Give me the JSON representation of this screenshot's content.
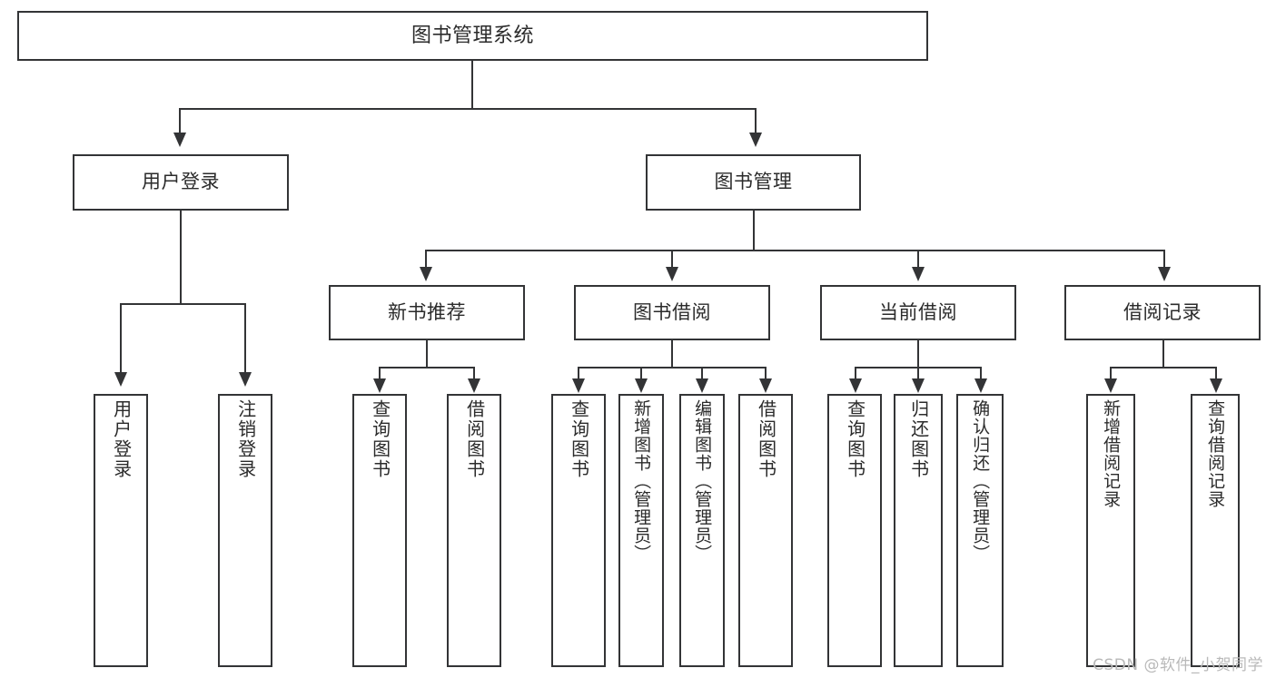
{
  "diagram": {
    "type": "tree",
    "title": "图书管理系统",
    "watermark": "CSDN @软件_小贺同学",
    "root": {
      "id": "root",
      "label": "图书管理系统"
    },
    "level2": [
      {
        "id": "user-login",
        "label": "用户登录"
      },
      {
        "id": "book-manage",
        "label": "图书管理"
      }
    ],
    "level3": [
      {
        "id": "new-book-rec",
        "label": "新书推荐",
        "parent": "book-manage"
      },
      {
        "id": "book-borrow",
        "label": "图书借阅",
        "parent": "book-manage"
      },
      {
        "id": "current-borrow",
        "label": "当前借阅",
        "parent": "book-manage"
      },
      {
        "id": "borrow-record",
        "label": "借阅记录",
        "parent": "book-manage"
      }
    ],
    "leaves": [
      {
        "id": "leaf-user-login",
        "label": "用户登录",
        "parent": "user-login"
      },
      {
        "id": "leaf-logout",
        "label": "注销登录",
        "parent": "user-login"
      },
      {
        "id": "leaf-query-book-1",
        "label": "查询图书",
        "parent": "new-book-rec"
      },
      {
        "id": "leaf-borrow-book-1",
        "label": "借阅图书",
        "parent": "new-book-rec"
      },
      {
        "id": "leaf-query-book-2",
        "label": "查询图书",
        "parent": "book-borrow"
      },
      {
        "id": "leaf-add-book",
        "label": "新增图书（管理员）",
        "parent": "book-borrow"
      },
      {
        "id": "leaf-edit-book",
        "label": "编辑图书（管理员）",
        "parent": "book-borrow"
      },
      {
        "id": "leaf-borrow-book-2",
        "label": "借阅图书",
        "parent": "book-borrow"
      },
      {
        "id": "leaf-query-book-3",
        "label": "查询图书",
        "parent": "current-borrow"
      },
      {
        "id": "leaf-return-book",
        "label": "归还图书",
        "parent": "current-borrow"
      },
      {
        "id": "leaf-confirm-return",
        "label": "确认归还（管理员）",
        "parent": "current-borrow"
      },
      {
        "id": "leaf-add-record",
        "label": "新增借阅记录",
        "parent": "borrow-record"
      },
      {
        "id": "leaf-query-record",
        "label": "查询借阅记录",
        "parent": "borrow-record"
      }
    ],
    "colors": {
      "stroke": "#333436",
      "fill": "#ffffff",
      "text": "#2b2b2b",
      "watermark": "#b9b9b9"
    }
  }
}
